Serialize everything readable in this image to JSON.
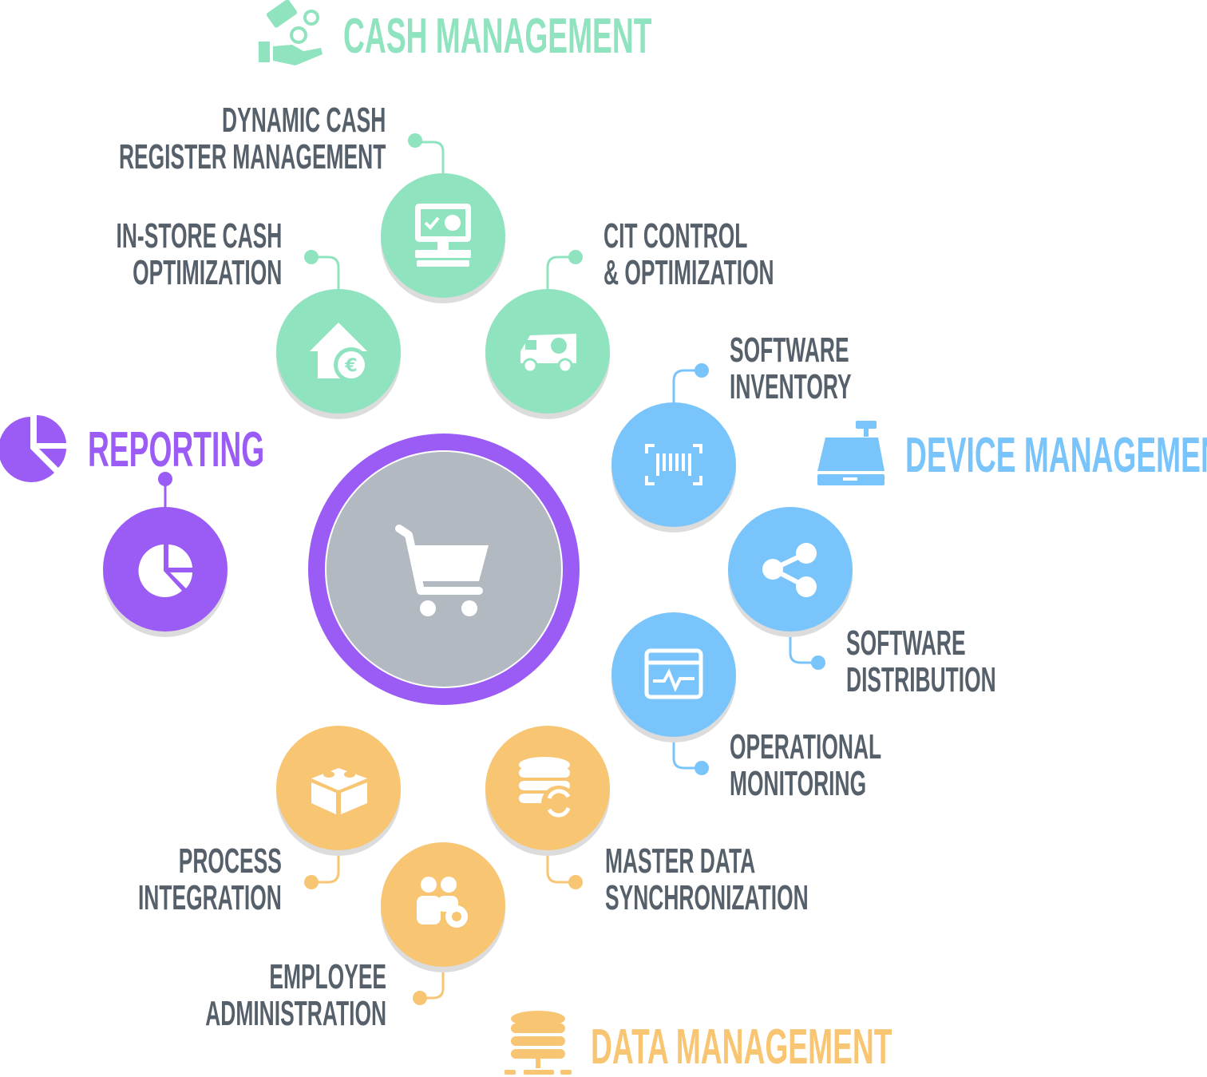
{
  "colors": {
    "cash": "#90e3bf",
    "device": "#79c4fb",
    "data": "#f8c572",
    "reporting": "#9b5cf6",
    "center": "#b3b9c0",
    "text": "#56606b"
  },
  "categories": {
    "cash": "CASH MANAGEMENT",
    "device": "DEVICE MANAGEMENT",
    "data": "DATA MANAGEMENT",
    "reporting": "REPORTING"
  },
  "nodes": {
    "dynamic_cash": {
      "line1": "DYNAMIC CASH",
      "line2": "REGISTER MANAGEMENT",
      "icon": "cash-register-monitor-icon"
    },
    "in_store": {
      "line1": "IN-STORE CASH",
      "line2": "OPTIMIZATION",
      "icon": "house-euro-icon"
    },
    "cit": {
      "line1": "CIT CONTROL",
      "line2": "& OPTIMIZATION",
      "icon": "van-euro-icon"
    },
    "sw_inventory": {
      "line1": "SOFTWARE",
      "line2": "INVENTORY",
      "icon": "barcode-scan-icon"
    },
    "sw_distribution": {
      "line1": "SOFTWARE",
      "line2": "DISTRIBUTION",
      "icon": "share-icon"
    },
    "op_monitoring": {
      "line1": "OPERATIONAL",
      "line2": "MONITORING",
      "icon": "monitor-pulse-icon"
    },
    "master_data": {
      "line1": "MASTER DATA",
      "line2": "SYNCHRONIZATION",
      "icon": "database-sync-icon"
    },
    "process": {
      "line1": "PROCESS",
      "line2": "INTEGRATION",
      "icon": "lego-block-icon"
    },
    "employee": {
      "line1": "EMPLOYEE",
      "line2": "ADMINISTRATION",
      "icon": "users-gear-icon"
    },
    "reporting": {
      "icon": "pie-chart-icon"
    }
  },
  "center": {
    "icon": "shopping-cart-icon"
  }
}
